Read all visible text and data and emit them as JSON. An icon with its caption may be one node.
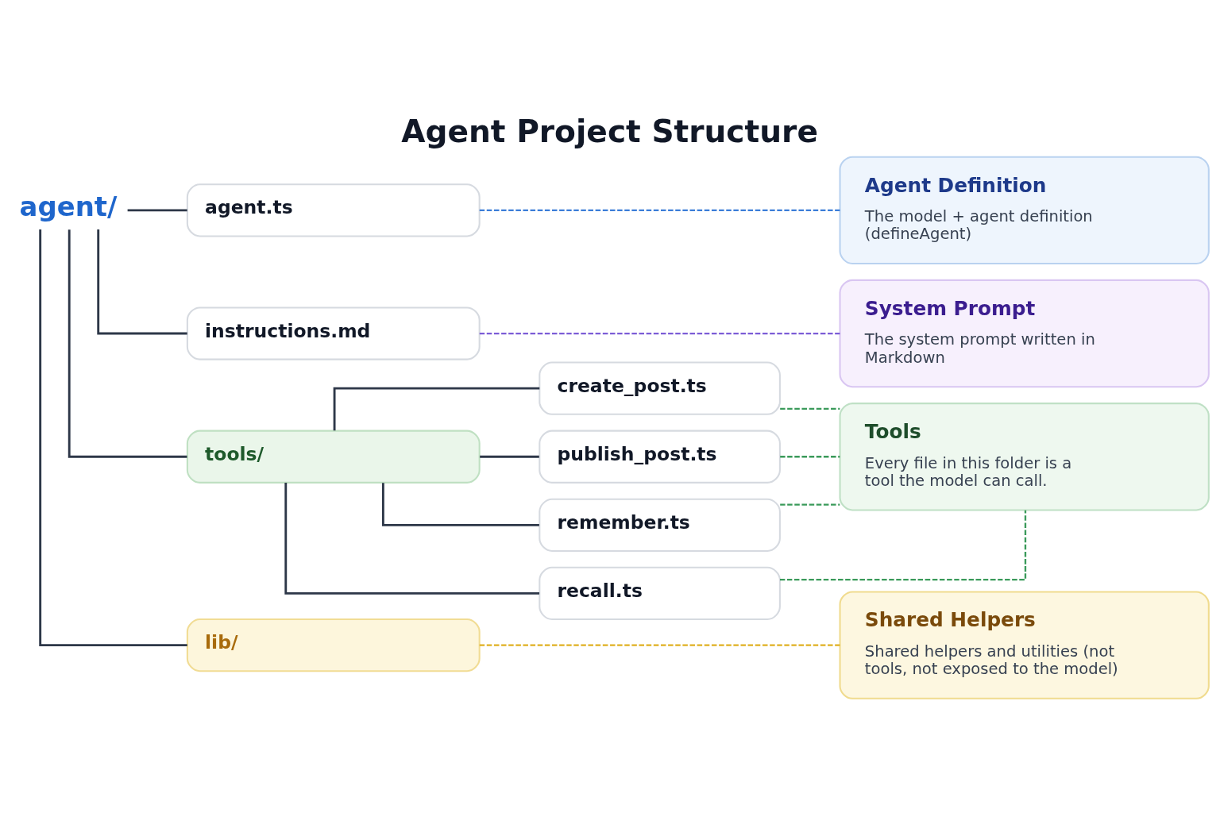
{
  "diagram": {
    "title": "Agent Project Structure",
    "nodes": [
      {
        "text": [
          "agent/"
        ]
      },
      {
        "text": [
          "agent.ts"
        ]
      },
      {
        "text": [
          "instructions.md"
        ]
      },
      {
        "text": [
          "tools/"
        ]
      },
      {
        "text": [
          "create_post.ts"
        ]
      },
      {
        "text": [
          "publish_post.ts"
        ]
      },
      {
        "text": [
          "remember.ts"
        ]
      },
      {
        "text": [
          "recall.ts"
        ]
      },
      {
        "text": [
          "lib/"
        ]
      },
      {
        "text": [
          "Agent Definition",
          "The model + agent definition (defineAgent)"
        ]
      },
      {
        "text": [
          "System Prompt",
          "The system prompt written in Markdown"
        ]
      },
      {
        "text": [
          "Tools",
          "Every file in this folder is a tool the model can call."
        ]
      },
      {
        "text": [
          "Shared Helpers",
          "Shared helpers and utilities (not tools, not exposed to the model)"
        ]
      }
    ],
    "edges": [
      {
        "from": 0,
        "to": 1,
        "arrow": "none"
      },
      {
        "from": 0,
        "to": 2,
        "arrow": "none"
      },
      {
        "from": 0,
        "to": 3,
        "arrow": "none"
      },
      {
        "from": 3,
        "to": 4,
        "arrow": "none"
      },
      {
        "from": 3,
        "to": 5,
        "arrow": "none"
      },
      {
        "from": 3,
        "to": 6,
        "arrow": "none"
      },
      {
        "from": 3,
        "to": 7,
        "arrow": "none"
      },
      {
        "from": 0,
        "to": 8,
        "arrow": "none"
      },
      {
        "from": 1,
        "to": 9,
        "arrow": "none",
        "style": "dashed",
        "color": "#3b7dd8"
      },
      {
        "from": 2,
        "to": 10,
        "arrow": "none",
        "style": "dashed",
        "color": "#7c5cd6"
      },
      {
        "from": 4,
        "to": 11,
        "arrow": "none",
        "style": "dashed",
        "color": "#3a9a5a"
      },
      {
        "from": 5,
        "to": 11,
        "arrow": "none",
        "style": "dashed",
        "color": "#3a9a5a"
      },
      {
        "from": 6,
        "to": 11,
        "arrow": "none",
        "style": "dashed",
        "color": "#3a9a5a"
      },
      {
        "from": 7,
        "to": 11,
        "arrow": "none",
        "style": "dashed",
        "color": "#3a9a5a"
      },
      {
        "from": 8,
        "to": 12,
        "arrow": "none",
        "style": "dashed",
        "color": "#e0b020"
      }
    ]
  }
}
